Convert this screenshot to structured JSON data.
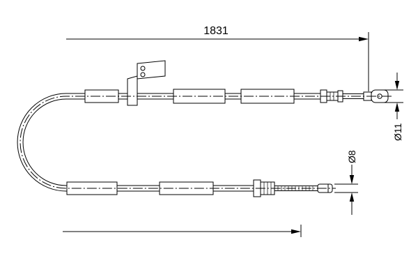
{
  "colors": {
    "background": "#ffffff",
    "line": "#000000"
  },
  "diagram": {
    "type": "technical-line-drawing",
    "labels": {
      "overall_length": "1831",
      "upper_end_diameter": "Ø11",
      "lower_end_diameter": "Ø8"
    }
  }
}
